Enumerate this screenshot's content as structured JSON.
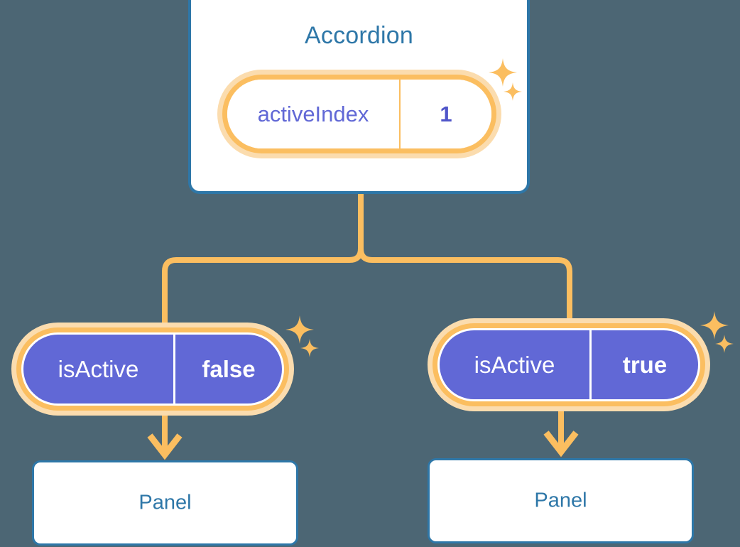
{
  "theme": {
    "background": "#4c6674",
    "card_border": "#2e77a8",
    "card_fill": "#ffffff",
    "title_text": "#2e77a8",
    "accent_orange": "#fbbe60",
    "accent_orange_soft": "#fbdcae",
    "purple_fill": "#6168d6",
    "purple_text": "#6168d6",
    "value_text": "#ffffff"
  },
  "tree": {
    "root": {
      "title": "Accordion",
      "state_pill": {
        "key": "activeIndex",
        "value": "1"
      },
      "sparkles": [
        "sparkle-icon",
        "sparkle-icon"
      ]
    },
    "branches": [
      {
        "prop_pill": {
          "key": "isActive",
          "value": "false"
        },
        "arrow": "arrow-down-icon",
        "child": {
          "title": "Panel"
        },
        "sparkles": [
          "sparkle-icon",
          "sparkle-icon"
        ]
      },
      {
        "prop_pill": {
          "key": "isActive",
          "value": "true"
        },
        "arrow": "arrow-down-icon",
        "child": {
          "title": "Panel"
        },
        "sparkles": [
          "sparkle-icon",
          "sparkle-icon"
        ]
      }
    ]
  }
}
